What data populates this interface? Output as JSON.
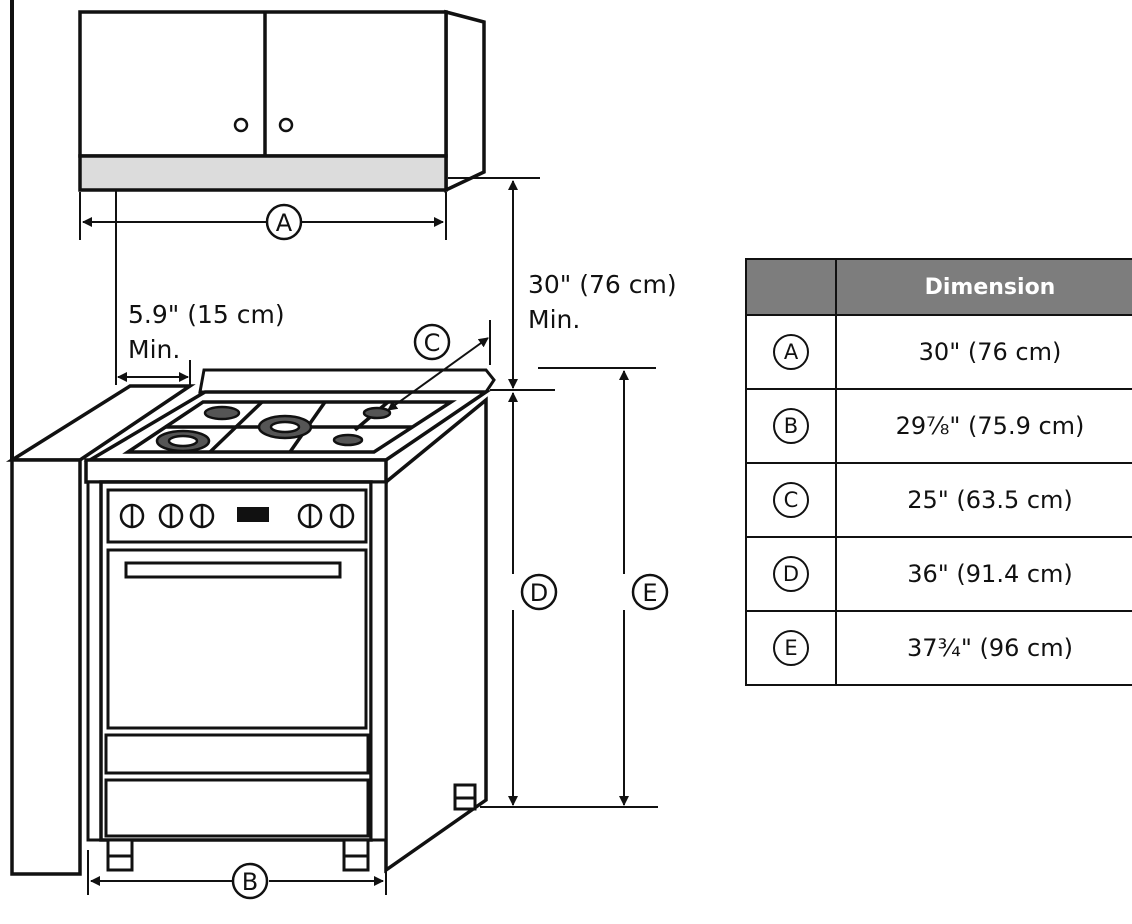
{
  "labels": {
    "A": "A",
    "B": "B",
    "C": "C",
    "D": "D",
    "E": "E",
    "clearance_top_1": "30\" (76 cm)",
    "clearance_top_2": "Min.",
    "clearance_side_1": "5.9\" (15 cm)",
    "clearance_side_2": "Min."
  },
  "table": {
    "header_key": "",
    "header_value": "Dimension",
    "rows": [
      {
        "key": "A",
        "value": "30\" (76 cm)"
      },
      {
        "key": "B",
        "value": "29⅞\" (75.9 cm)"
      },
      {
        "key": "C",
        "value": "25\" (63.5 cm)"
      },
      {
        "key": "D",
        "value": "36\" (91.4 cm)"
      },
      {
        "key": "E",
        "value": "37¾\" (96 cm)"
      }
    ]
  }
}
